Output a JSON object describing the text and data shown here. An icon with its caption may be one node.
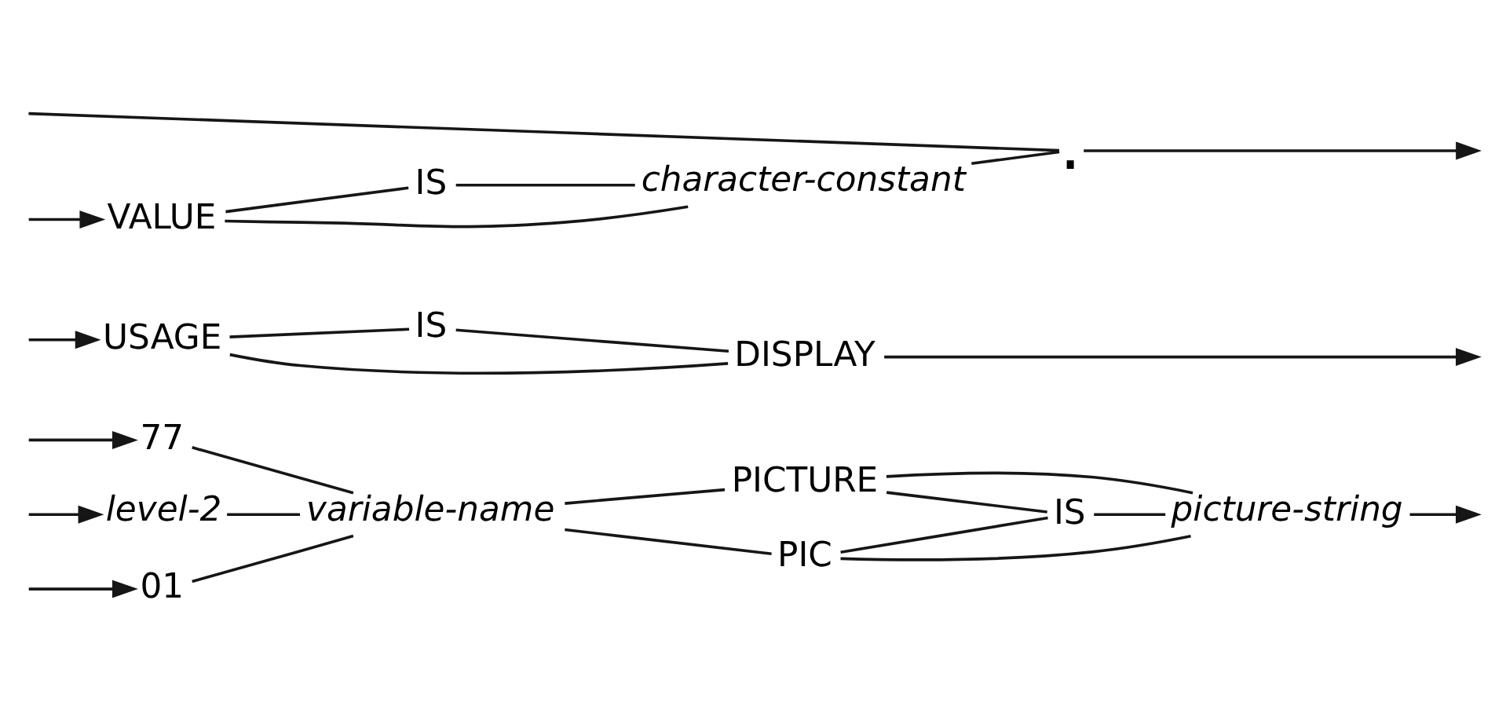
{
  "diagram": {
    "nodes": [
      {
        "text": [
          "01"
        ]
      },
      {
        "text": [
          "77"
        ]
      },
      {
        "text": [
          "level-2"
        ]
      },
      {
        "text": [
          "variable-name"
        ]
      },
      {
        "text": [
          "PICTURE"
        ]
      },
      {
        "text": [
          "PIC"
        ]
      },
      {
        "text": [
          "IS"
        ]
      },
      {
        "text": [
          "picture-string"
        ]
      },
      {
        "text": [
          "USAGE"
        ]
      },
      {
        "text": [
          "IS"
        ]
      },
      {
        "text": [
          "DISPLAY"
        ]
      },
      {
        "text": [
          "VALUE"
        ]
      },
      {
        "text": [
          "IS"
        ]
      },
      {
        "text": [
          "character-constant"
        ]
      },
      {
        "text": [
          "."
        ]
      }
    ],
    "edges": [
      {
        "from": null,
        "to": 0,
        "arrow": "to"
      },
      {
        "from": null,
        "to": 1,
        "arrow": "to"
      },
      {
        "from": null,
        "to": 2,
        "arrow": "to"
      },
      {
        "from": 0,
        "to": 3,
        "arrow": "none"
      },
      {
        "from": 1,
        "to": 3,
        "arrow": "none"
      },
      {
        "from": 2,
        "to": 3,
        "arrow": "none"
      },
      {
        "from": 3,
        "to": 4,
        "arrow": "none"
      },
      {
        "from": 3,
        "to": 5,
        "arrow": "none"
      },
      {
        "from": 4,
        "to": 6,
        "arrow": "none"
      },
      {
        "from": 4,
        "to": 7,
        "arrow": "none"
      },
      {
        "from": 5,
        "to": 6,
        "arrow": "none"
      },
      {
        "from": 5,
        "to": 7,
        "arrow": "none"
      },
      {
        "from": 6,
        "to": 7,
        "arrow": "none"
      },
      {
        "from": 7,
        "to": null,
        "arrow": "to"
      },
      {
        "from": null,
        "to": 8,
        "arrow": "to"
      },
      {
        "from": 8,
        "to": 9,
        "arrow": "none"
      },
      {
        "from": 8,
        "to": 10,
        "arrow": "none"
      },
      {
        "from": 9,
        "to": 10,
        "arrow": "none"
      },
      {
        "from": 10,
        "to": null,
        "arrow": "to"
      },
      {
        "from": null,
        "to": 11,
        "arrow": "to"
      },
      {
        "from": null,
        "to": 14,
        "arrow": "none"
      },
      {
        "from": 11,
        "to": 12,
        "arrow": "none"
      },
      {
        "from": 11,
        "to": 13,
        "arrow": "none"
      },
      {
        "from": 12,
        "to": 13,
        "arrow": "none"
      },
      {
        "from": 13,
        "to": 14,
        "arrow": "none"
      },
      {
        "from": 14,
        "to": null,
        "arrow": "to"
      }
    ]
  }
}
